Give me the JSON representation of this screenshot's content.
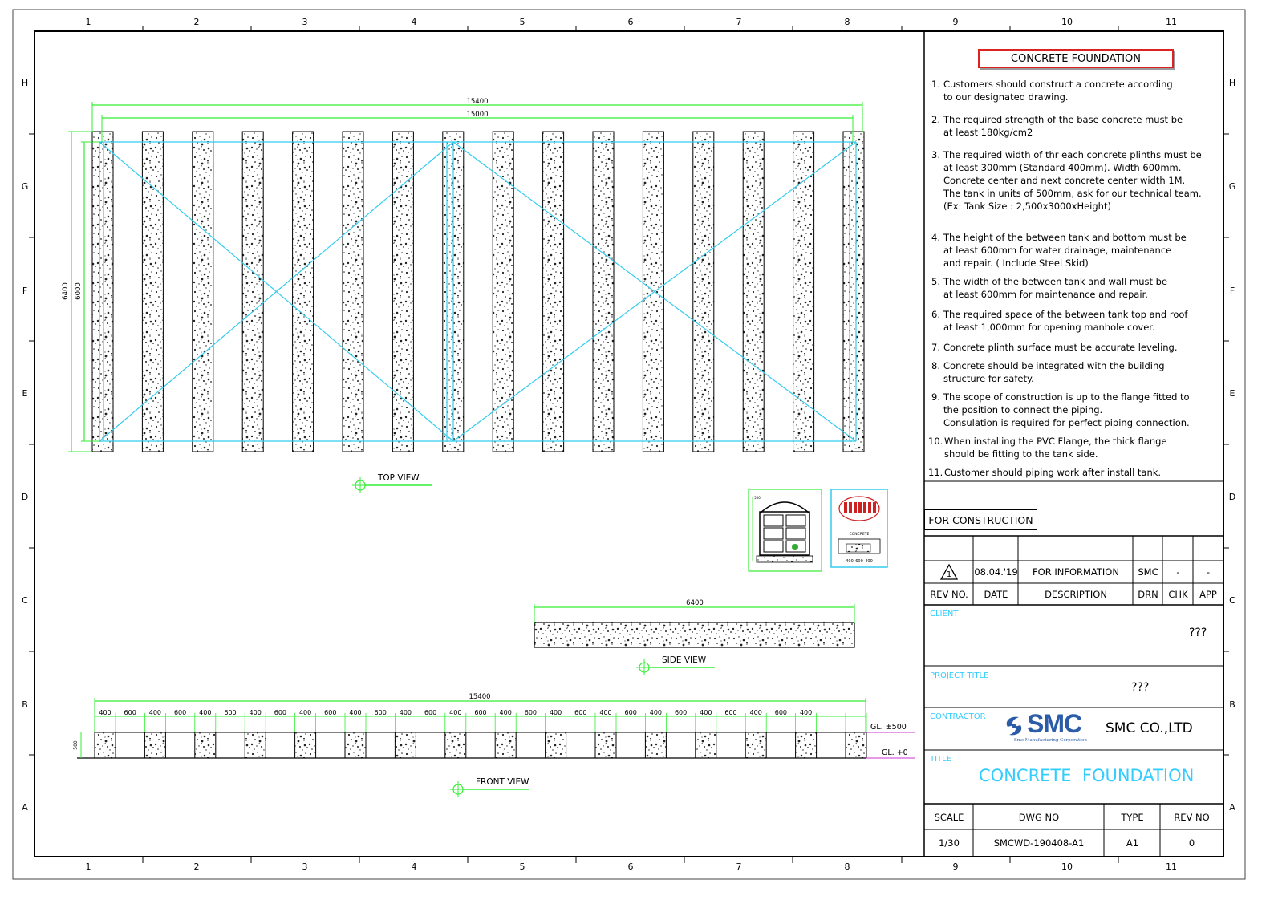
{
  "grid": {
    "columns": [
      "1",
      "2",
      "3",
      "4",
      "5",
      "6",
      "7",
      "8",
      "9",
      "10",
      "11"
    ],
    "rows": [
      "H",
      "G",
      "F",
      "E",
      "D",
      "C",
      "B",
      "A"
    ]
  },
  "views": {
    "top": {
      "label": "TOP VIEW",
      "dim_overall": "15400",
      "dim_inner": "15000",
      "dim_height_overall": "6400",
      "dim_height_inner": "6000"
    },
    "side": {
      "label": "SIDE VIEW",
      "dim_length": "6400"
    },
    "front": {
      "label": "FRONT VIEW",
      "dim_overall": "15400",
      "segments": [
        "400",
        "600",
        "400",
        "600",
        "400",
        "600",
        "400",
        "600",
        "400",
        "600",
        "400",
        "600",
        "400",
        "600",
        "400",
        "600",
        "400",
        "600",
        "400",
        "600",
        "400",
        "600",
        "400",
        "600",
        "400",
        "600",
        "400",
        "600",
        "400"
      ],
      "dim_height": "500",
      "gl_top": "GL. ±500",
      "gl_bottom": "GL. +0"
    }
  },
  "inset": {
    "left_dim": "500",
    "right_title": "CONCRETE",
    "right_dims": [
      "400",
      "600",
      "400"
    ]
  },
  "notes": {
    "title": "CONCRETE FOUNDATION",
    "items": [
      {
        "n": "1.",
        "lines": [
          "Customers should construct a concrete according",
          "to our designated drawing."
        ]
      },
      {
        "n": "2.",
        "lines": [
          "The required strength of the base concrete must be",
          "at least 180kg/cm2"
        ]
      },
      {
        "n": "3.",
        "lines": [
          "The required width of thr each concrete plinths must be",
          "at least 300mm (Standard 400mm). Width 600mm.",
          "Concrete center and next concrete center width 1M.",
          "The tank in units of 500mm, ask for our technical team.",
          "(Ex: Tank Size : 2,500x3000xHeight)"
        ]
      },
      {
        "n": "4.",
        "lines": [
          "The height of the between tank and bottom must be",
          "at least 600mm for water drainage, maintenance",
          "and repair. ( Include Steel Skid)"
        ]
      },
      {
        "n": "5.",
        "lines": [
          "The width of the between tank and wall must be",
          "at least 600mm for maintenance and repair."
        ]
      },
      {
        "n": "6.",
        "lines": [
          "The required space of the between tank top and roof",
          "at least 1,000mm for opening manhole cover."
        ]
      },
      {
        "n": "7.",
        "lines": [
          "Concrete plinth surface must be accurate leveling."
        ]
      },
      {
        "n": "8.",
        "lines": [
          "Concrete should be integrated with the building",
          "structure for safety."
        ]
      },
      {
        "n": "9.",
        "lines": [
          "The scope of construction is up to the flange fitted to",
          "the position to connect the piping.",
          "Consulation is required for perfect piping connection."
        ]
      },
      {
        "n": "10.",
        "lines": [
          "When installing the PVC Flange, the thick flange",
          "should be fitting to the tank side."
        ]
      },
      {
        "n": "11.",
        "lines": [
          "Customer should piping work after install tank."
        ]
      }
    ]
  },
  "title_block": {
    "status": "FOR CONSTRUCTION",
    "revision": {
      "symbol": "1",
      "date": "08.04.'19",
      "description": "FOR INFORMATION",
      "drn": "SMC",
      "chk": "-",
      "app": "-"
    },
    "rev_headers": {
      "rev": "REV NO.",
      "date": "DATE",
      "description": "DESCRIPTION",
      "drn": "DRN",
      "chk": "CHK",
      "app": "APP"
    },
    "client_label": "CLIENT",
    "client_value": "???",
    "project_label": "PROJECT TITLE",
    "project_value": "???",
    "contractor_label": "CONTRACTOR",
    "logo_text": "SMC",
    "logo_sub": "Smc Manufacturing Corporation",
    "company": "SMC CO.,LTD",
    "title_label": "TITLE",
    "title_value": "CONCRETE  FOUNDATION",
    "footer_headers": {
      "scale": "SCALE",
      "dwg": "DWG NO",
      "type": "TYPE",
      "rev": "REV NO"
    },
    "footer_values": {
      "scale": "1/30",
      "dwg": "SMCWD-190408-A1",
      "type": "A1",
      "rev": "0"
    }
  },
  "colors": {
    "dimension": "#33ee33",
    "bracing": "#33ccee",
    "label_cyan": "#33ccff",
    "title_red": "#dd2222",
    "gl_line": "#cc33cc"
  }
}
